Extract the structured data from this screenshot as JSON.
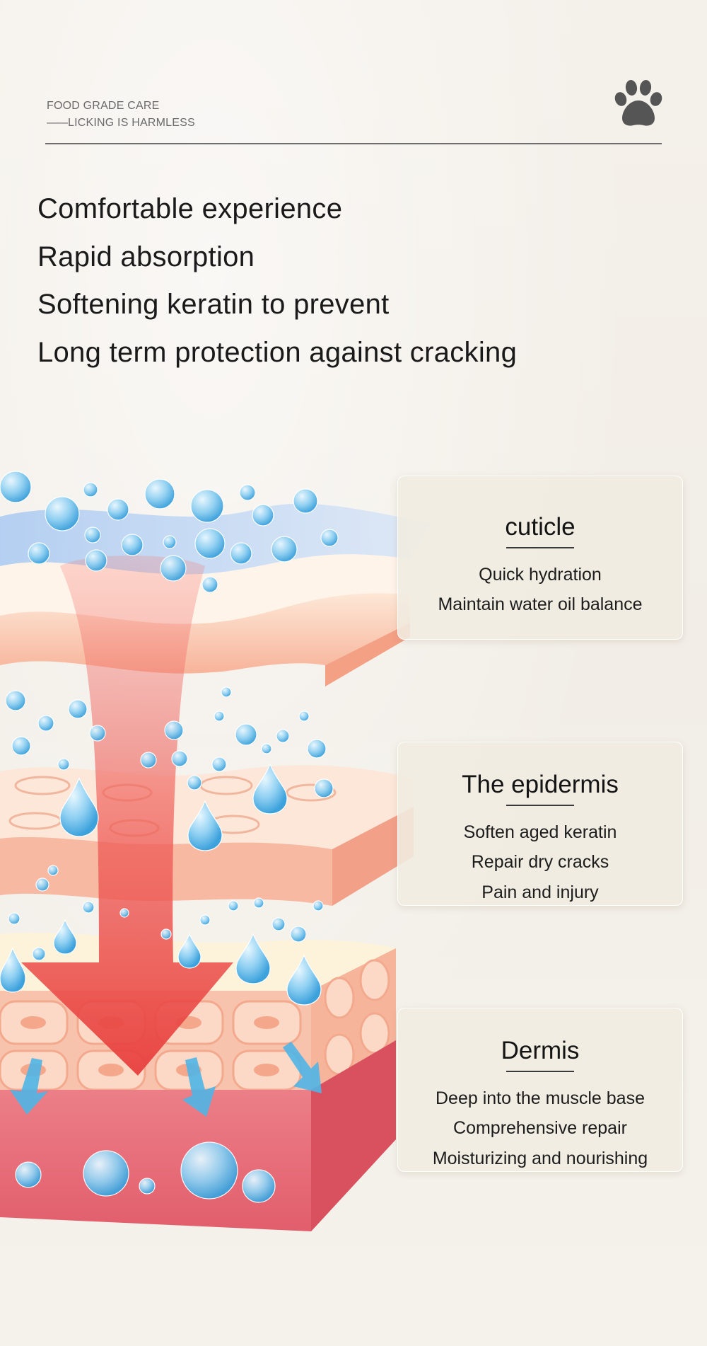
{
  "header": {
    "tagline_line1": "FOOD GRADE CARE",
    "tagline_line2": "LICKING IS HARMLESS",
    "logo_icon": "paw-print-icon"
  },
  "features": [
    "Comfortable experience",
    "Rapid absorption",
    "Softening keratin to prevent",
    "Long term protection against cracking"
  ],
  "layers": [
    {
      "title": "cuticle",
      "benefits": [
        "Quick hydration",
        "Maintain water oil balance"
      ]
    },
    {
      "title": "The epidermis",
      "benefits": [
        "Soften aged keratin",
        "Repair dry cracks",
        "Pain and injury"
      ]
    },
    {
      "title": "Dermis",
      "benefits": [
        "Deep into the muscle base",
        "Comprehensive repair",
        "Moisturizing and nourishing"
      ]
    }
  ],
  "colors": {
    "background": "#f3efe8",
    "text": "#1c1c1c",
    "arrow": "#e9514f",
    "droplet": "#5cb8ea",
    "skin": "#f6a98e",
    "dermis": "#e8707c"
  }
}
